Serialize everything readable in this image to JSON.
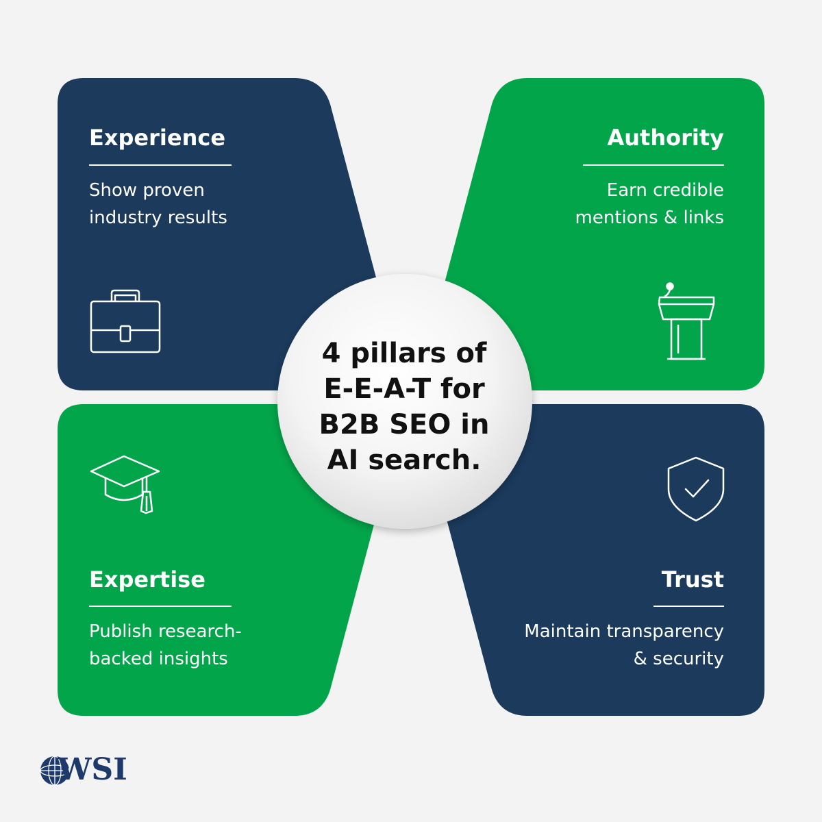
{
  "center": {
    "label": "4 pillars of\nE-E-A-T for\nB2B SEO in\nAI search."
  },
  "pillars": [
    {
      "title": "Experience",
      "description": "Show proven\nindustry results",
      "icon": "briefcase-icon",
      "color": "#1b3a5c"
    },
    {
      "title": "Authority",
      "description": "Earn credible\nmentions & links",
      "icon": "podium-icon",
      "color": "#03a54a"
    },
    {
      "title": "Expertise",
      "description": "Publish research-\nbacked insights",
      "icon": "graduation-cap-icon",
      "color": "#03a54a"
    },
    {
      "title": "Trust",
      "description": "Maintain transparency\n& security",
      "icon": "shield-check-icon",
      "color": "#1b3a5c"
    }
  ],
  "logo": {
    "text": "WSI",
    "color": "#1d3a6b"
  },
  "colors": {
    "navy": "#1b3a5c",
    "green": "#03a54a",
    "background": "#f3f3f3"
  }
}
